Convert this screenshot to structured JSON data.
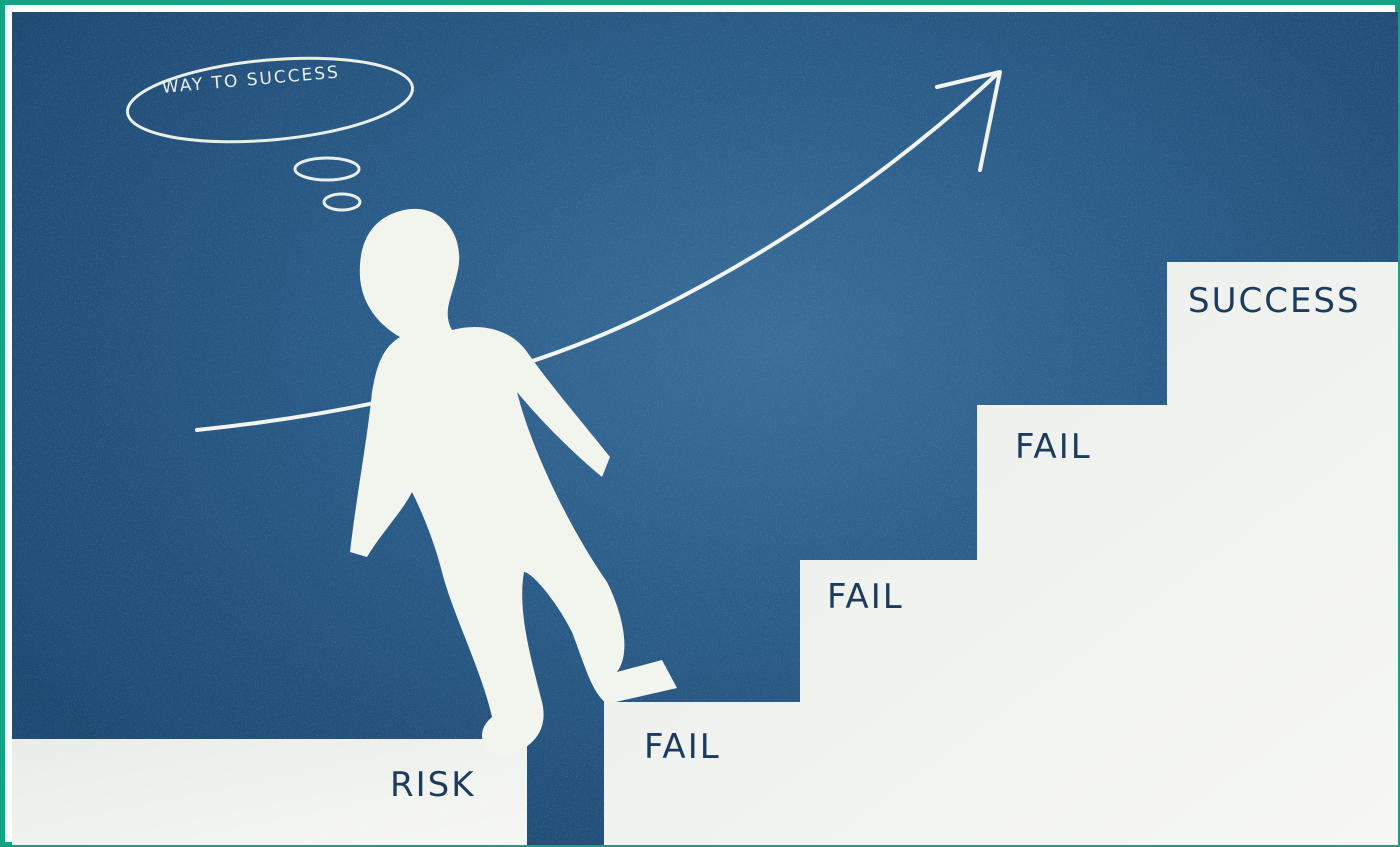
{
  "thought_bubble": {
    "text": "WAY TO SUCCESS"
  },
  "steps": {
    "risk": "RISK",
    "fail_1": "FAIL",
    "fail_2": "FAIL",
    "fail_3": "FAIL",
    "success": "SUCCESS"
  },
  "colors": {
    "frame": "#13a383",
    "background": "#2c5d8a",
    "paper": "#eef1ec",
    "chalk": "#f2f4ee",
    "label_text": "#1d3b5c"
  },
  "icons": {
    "figure": "paper-cutout-person-icon",
    "arrow": "chalk-arrow-icon",
    "bubble": "thought-bubble-icon"
  }
}
